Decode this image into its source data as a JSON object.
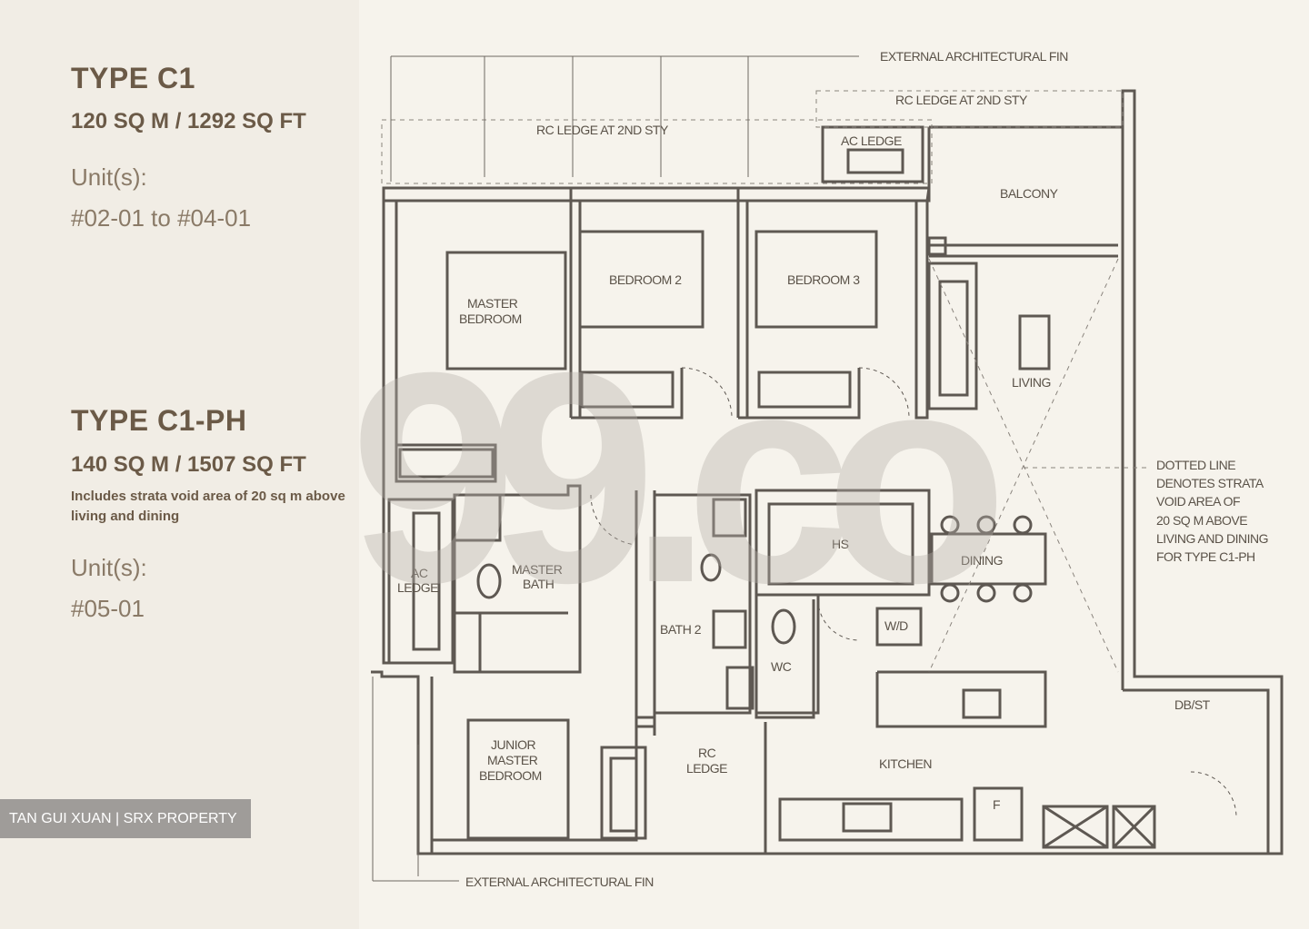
{
  "types": [
    {
      "name": "TYPE C1",
      "area": "120 SQ M / 1292 SQ FT",
      "note": "",
      "units_label": "Unit(s):",
      "units": "#02-01 to #04-01"
    },
    {
      "name": "TYPE C1-PH",
      "area": "140 SQ M / 1507 SQ FT",
      "note": "Includes strata void area of 20 sq m above living and dining",
      "units_label": "Unit(s):",
      "units": "#05-01"
    }
  ],
  "plan": {
    "fin_top": "EXTERNAL ARCHITECTURAL FIN",
    "fin_bottom": "EXTERNAL ARCHITECTURAL FIN",
    "rc_ledge_left": "RC LEDGE AT 2ND STY",
    "rc_ledge_right": "RC LEDGE AT 2ND STY",
    "ac_ledge_top": "AC LEDGE",
    "balcony": "BALCONY",
    "master_bedroom_1": "MASTER",
    "master_bedroom_2": "BEDROOM",
    "bedroom2": "BEDROOM 2",
    "bedroom3": "BEDROOM 3",
    "living": "LIVING",
    "dining": "DINING",
    "hs": "HS",
    "master_bath_1": "MASTER",
    "master_bath_2": "BATH",
    "ac_ledge_left_1": "AC",
    "ac_ledge_left_2": "LEDGE",
    "bath2": "BATH 2",
    "wc": "WC",
    "wd": "W/D",
    "dbst": "DB/ST",
    "kitchen": "KITCHEN",
    "rc_ledge_1": "RC",
    "rc_ledge_2": "LEDGE",
    "junior_1": "JUNIOR",
    "junior_2": "MASTER",
    "junior_3": "BEDROOM",
    "fridge": "F",
    "dotted_note": [
      "DOTTED LINE",
      "DENOTES STRATA",
      "VOID AREA OF",
      "20 SQ M ABOVE",
      "LIVING AND DINING",
      "FOR TYPE C1-PH"
    ]
  },
  "watermark": "99.co",
  "credit": "TAN GUI XUAN | SRX PROPERTY",
  "colors": {
    "wall": "#5e5852",
    "text": "#6b5a47",
    "background": "#f1ede5"
  }
}
